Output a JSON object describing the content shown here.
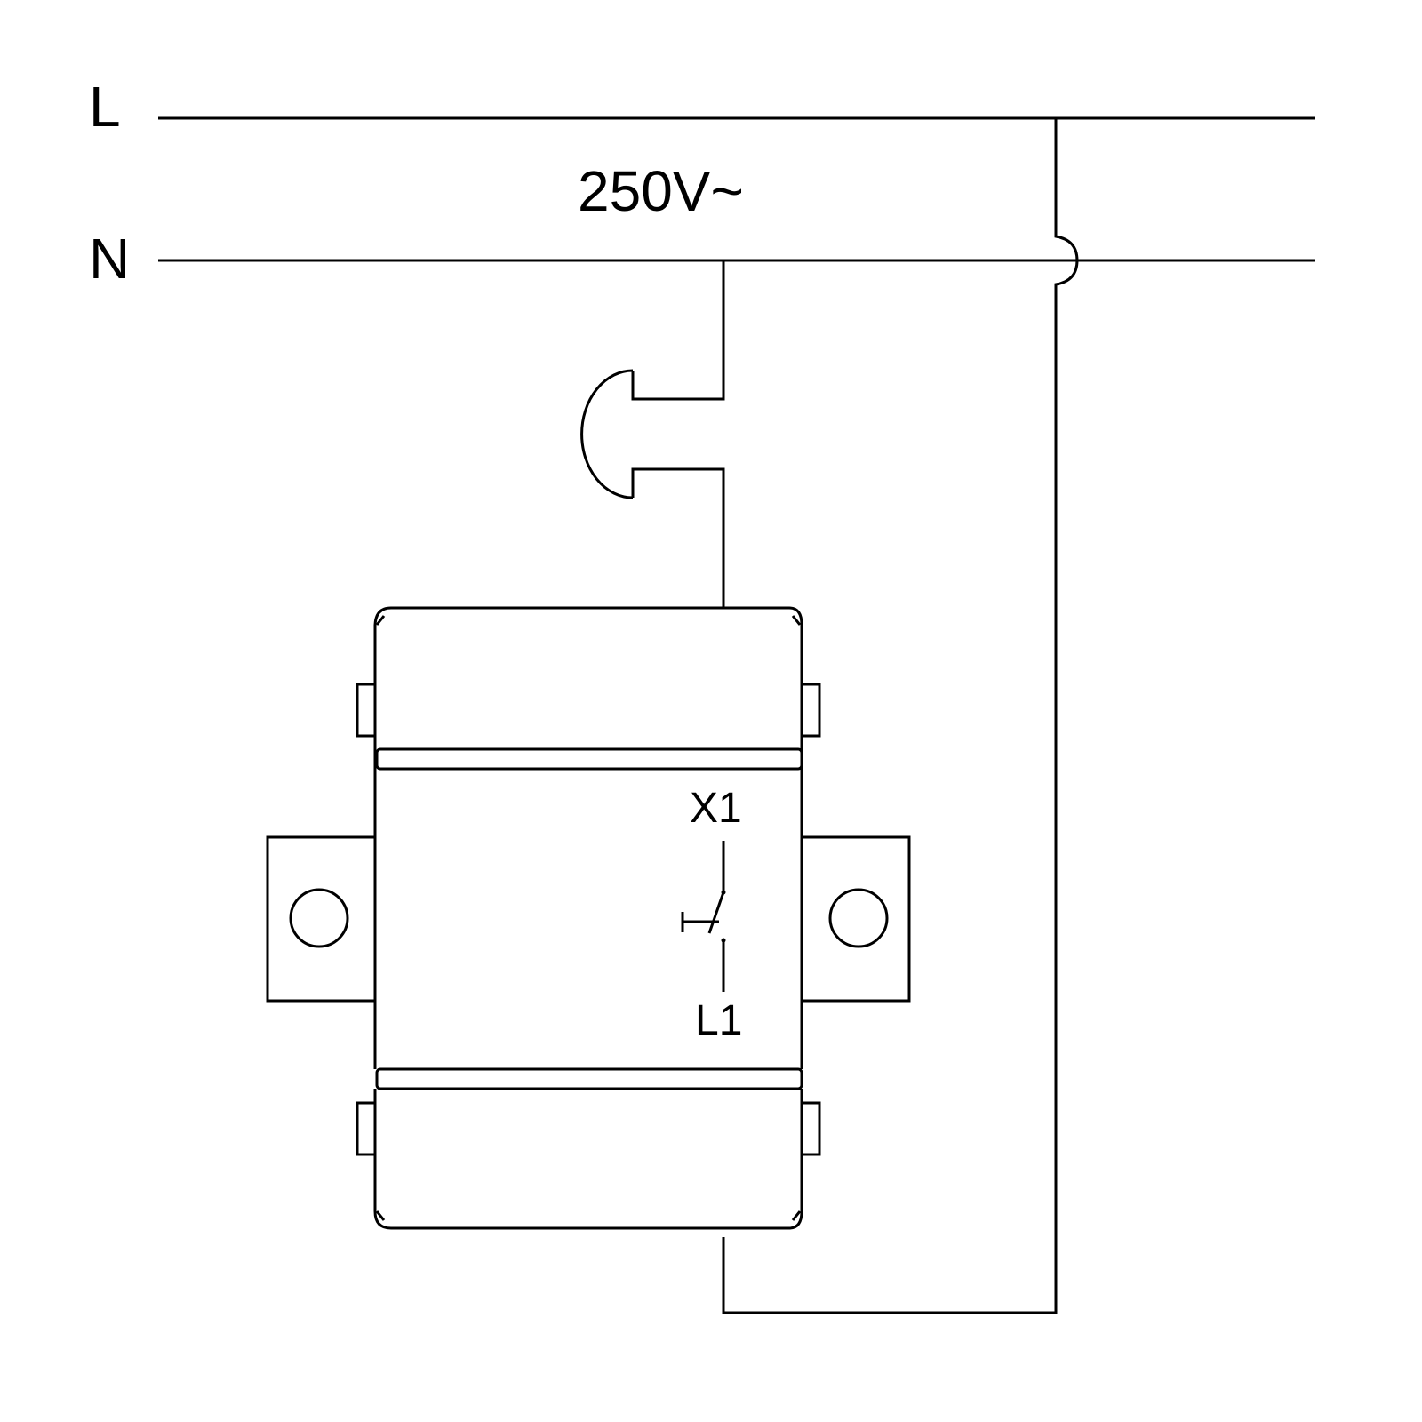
{
  "labels": {
    "line": "L",
    "neutral": "N",
    "voltage": "250V~",
    "terminal_top": "X1",
    "terminal_bottom": "L1"
  }
}
